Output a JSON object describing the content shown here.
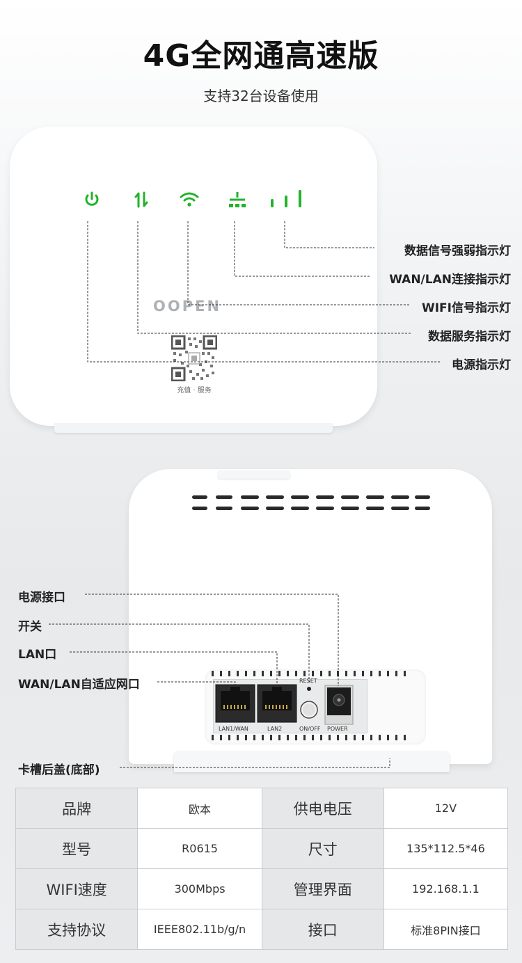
{
  "header": {
    "title": "4G全网通高速版",
    "subtitle": "支持32台设备使用"
  },
  "front": {
    "brand": "OOPEN",
    "qr_caption": "充值 · 服务",
    "led_color": "#21b32b",
    "leds": [
      {
        "icon": "power-icon"
      },
      {
        "icon": "data-arrows-icon"
      },
      {
        "icon": "wifi-icon"
      },
      {
        "icon": "network-icon"
      },
      {
        "icon": "signal-bars-icon"
      }
    ],
    "callouts": [
      "数据信号强弱指示灯",
      "WAN/LAN连接指示灯",
      "WIFI信号指示灯",
      "数据服务指示灯",
      "电源指示灯"
    ]
  },
  "back": {
    "callouts": [
      "电源接口",
      "开关",
      "LAN口",
      "WAN/LAN自适应网口",
      "卡槽后盖(底部)"
    ],
    "port_labels": {
      "lan1": "LAN1/WAN",
      "lan2": "LAN2",
      "reset": "RESET",
      "onoff": "ON/OFF",
      "power": "POWER"
    }
  },
  "specs": [
    {
      "k1": "品牌",
      "v1": "欧本",
      "k2": "供电电压",
      "v2": "12V"
    },
    {
      "k1": "型号",
      "v1": "R0615",
      "k2": "尺寸",
      "v2": "135*112.5*46"
    },
    {
      "k1": "WIFI速度",
      "v1": "300Mbps",
      "k2": "管理界面",
      "v2": "192.168.1.1"
    },
    {
      "k1": "支持协议",
      "v1": "IEEE802.11b/g/n",
      "k2": "接口",
      "v2": "标准8PIN接口"
    }
  ]
}
